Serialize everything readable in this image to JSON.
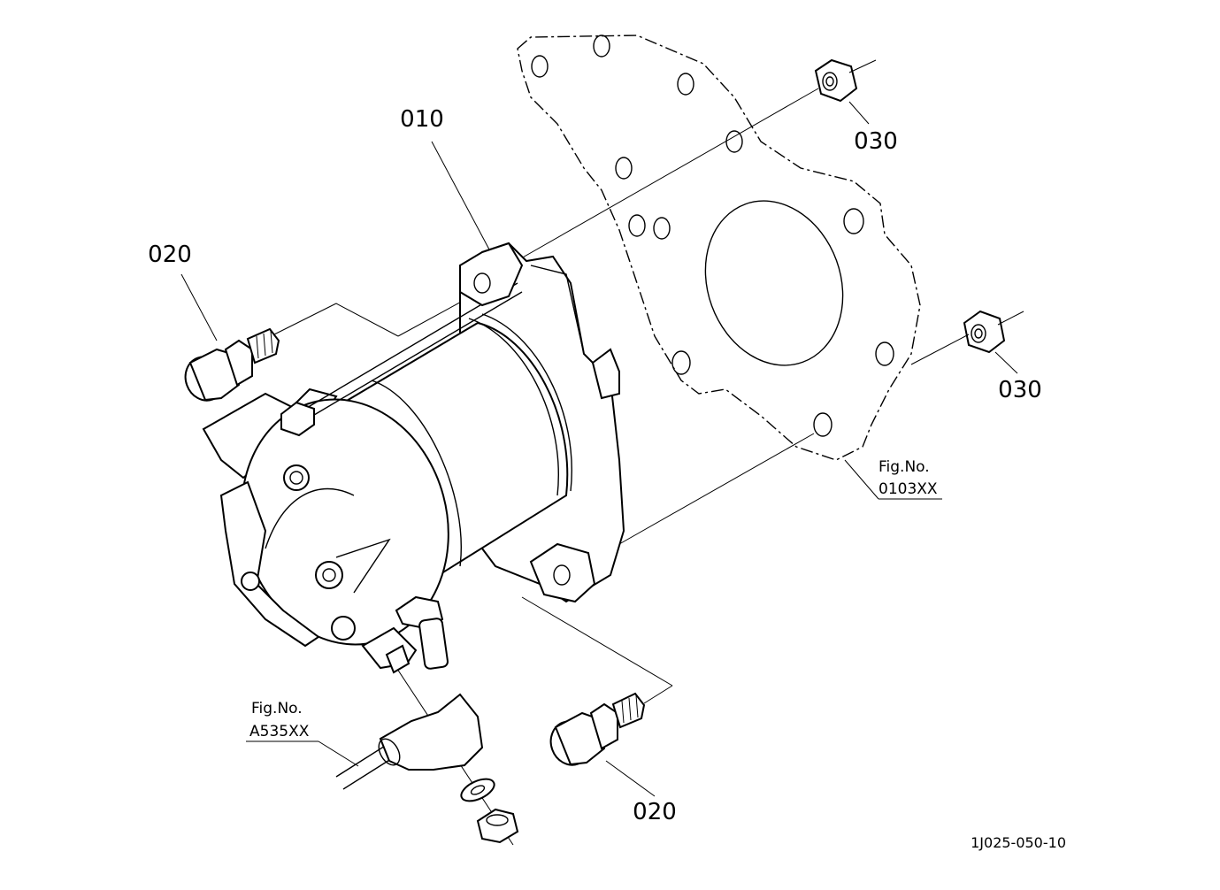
{
  "diagram": {
    "part_labels": {
      "starter": "010",
      "bolt_upper": "020",
      "bolt_lower": "020",
      "nut_upper": "030",
      "nut_lower": "030"
    },
    "references": {
      "plate": {
        "line1": "Fig.No.",
        "line2": "0103XX"
      },
      "cable": {
        "line1": "Fig.No.",
        "line2": "A535XX"
      }
    },
    "drawing_code": "1J025-050-10"
  }
}
